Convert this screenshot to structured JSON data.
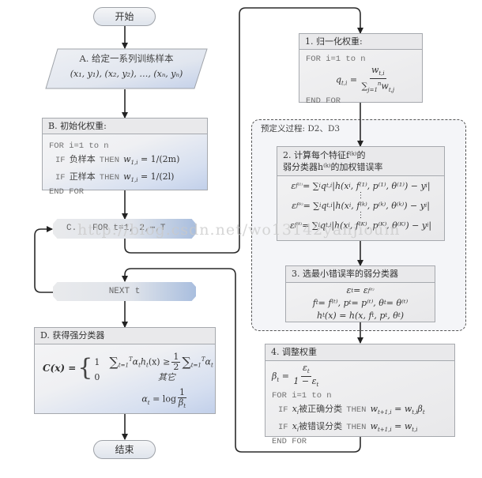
{
  "flowchart": {
    "start": "开始",
    "end": "结束",
    "step_a": {
      "title": "A. 给定一系列训练样本",
      "samples": "(x₁, y₁), (x₂, y₂), …, (xₙ, yₙ)"
    },
    "step_b": {
      "title": "B. 初始化权重:",
      "for": "FOR i=1 to n",
      "rules": [
        {
          "if": "IF",
          "cond": "负样本",
          "then": "THEN",
          "var": "w",
          "sub": "1,i",
          "rhs": " = 1/(2m)"
        },
        {
          "if": "IF",
          "cond": "正样本",
          "then": "THEN",
          "var": "w",
          "sub": "1,i",
          "rhs": " = 1/(2l)"
        }
      ],
      "end_for": "END FOR"
    },
    "step_c": {
      "label": "C.   FOR t=1, 2,⋯,T"
    },
    "next": {
      "label": "NEXT t"
    },
    "step_d": {
      "title": "D. 获得强分类器",
      "lhs": "C(x) =",
      "brace": "{",
      "case1_val": "1",
      "case1": {
        "sum": "∑",
        "sum_sub": "t=1",
        "sum_sup": "T",
        "a": "α",
        "a_sub": "t",
        "h": "h",
        "h_sub": "t",
        "rel": "(x) ≥",
        "frac_num": "1",
        "frac_den": "2",
        "sum2": "∑",
        "sum2_sub": "t=1",
        "sum2_sup": "T",
        "a2": "α",
        "a2_sub": "t"
      },
      "case2_val": "0",
      "case2_text": "其它",
      "alpha": {
        "a": "α",
        "a_sub": "t",
        "eq": " = log",
        "frac_num": "1",
        "den": "β",
        "den_sub": "t"
      }
    },
    "step_1": {
      "title": "1. 归一化权重:",
      "for": "FOR i=1 to n",
      "formula": {
        "lhs": "q",
        "lhs_sub": "t,i",
        "eq": "=",
        "num": "w",
        "num_sub": "t,i",
        "sum": "∑",
        "sum_sub": "j=1",
        "sum_sup": "n",
        "den": "w",
        "den_sub": "t,j"
      },
      "end_for": "END FOR"
    },
    "predefined": {
      "label": "预定义过程: D2、D3"
    },
    "step_2": {
      "title_line1": "2. 计算每个特征f⁽ᵏ⁾的",
      "title_line2": "弱分类器h⁽ᵏ⁾的加权错误率",
      "dots": "⋮",
      "rows": [
        {
          "eps": "ε",
          "eps_sub": "f⁽¹⁾",
          "sum": " = ∑",
          "sum_sub": "i",
          "q": " q",
          "q_sub": "t,i",
          "h": " |h(x",
          "x_sub": "i",
          "args": ", f⁽¹⁾, p⁽¹⁾, θ⁽¹⁾) − y",
          "y_sub": "i",
          "close": "|"
        },
        {
          "eps": "ε",
          "eps_sub": "f⁽ᵏ⁾",
          "sum": " = ∑",
          "sum_sub": "i",
          "q": " q",
          "q_sub": "t,i",
          "h": " |h(x",
          "x_sub": "i",
          "args": ", f⁽ᵏ⁾, p⁽ᵏ⁾, θ⁽ᵏ⁾) − y",
          "y_sub": "i",
          "close": "|"
        },
        {
          "eps": "ε",
          "eps_sub": "f⁽ᴷ⁾",
          "sum": " = ∑",
          "sum_sub": "i",
          "q": " q",
          "q_sub": "t,i",
          "h": " |h(x",
          "x_sub": "i",
          "args": ", f⁽ᴷ⁾, p⁽ᴷ⁾, θ⁽ᴷ⁾) − y",
          "y_sub": "i",
          "close": "|"
        }
      ]
    },
    "step_3": {
      "title": "3. 选最小错误率的弱分类器",
      "f1": {
        "s1": "ε",
        "sub1": "t",
        "s2": " = ε",
        "sub2": "f⁽ᵗ⁾"
      },
      "f2": {
        "s1": "f",
        "sub1": "t",
        "s2": " = f⁽ᵗ⁾, p",
        "sub2": "t",
        "s3": " = p⁽ᵗ⁾, θ",
        "sub3": "t",
        "s4": " = θ⁽ᵗ⁾"
      },
      "f3": {
        "s1": "h",
        "sub1": "t",
        "s2": "(x) = h(x, f",
        "sub2": "t",
        "s3": ", p",
        "sub3": "t",
        "s4": ", θ",
        "sub4": "t",
        "s5": ")"
      }
    },
    "step_4": {
      "title": "4. 调整权重",
      "beta": {
        "lhs": "β",
        "lhs_sub": "t",
        "eq": "=",
        "num": "ε",
        "num_sub": "t",
        "den": "1 − ε",
        "den_sub": "t"
      },
      "for": "FOR i=1 to n",
      "rules": [
        {
          "if": "IF",
          "x": "x",
          "x_sub": "i",
          "cond": "被正确分类",
          "then": "THEN",
          "w": "w",
          "w_sub": "t+1,i",
          "eq": " = w",
          "rhs_sub": "t,i",
          "tail": "β",
          "tail_sub": "t"
        },
        {
          "if": "IF",
          "x": "x",
          "x_sub": "i",
          "cond": "被错误分类",
          "then": "THEN",
          "w": "w",
          "w_sub": "t+1,i",
          "eq": " = w",
          "rhs_sub": "t,i"
        }
      ],
      "end_for": "END FOR"
    },
    "watermark": "http://blog.csdn.net/wo13142yanjiouin"
  }
}
